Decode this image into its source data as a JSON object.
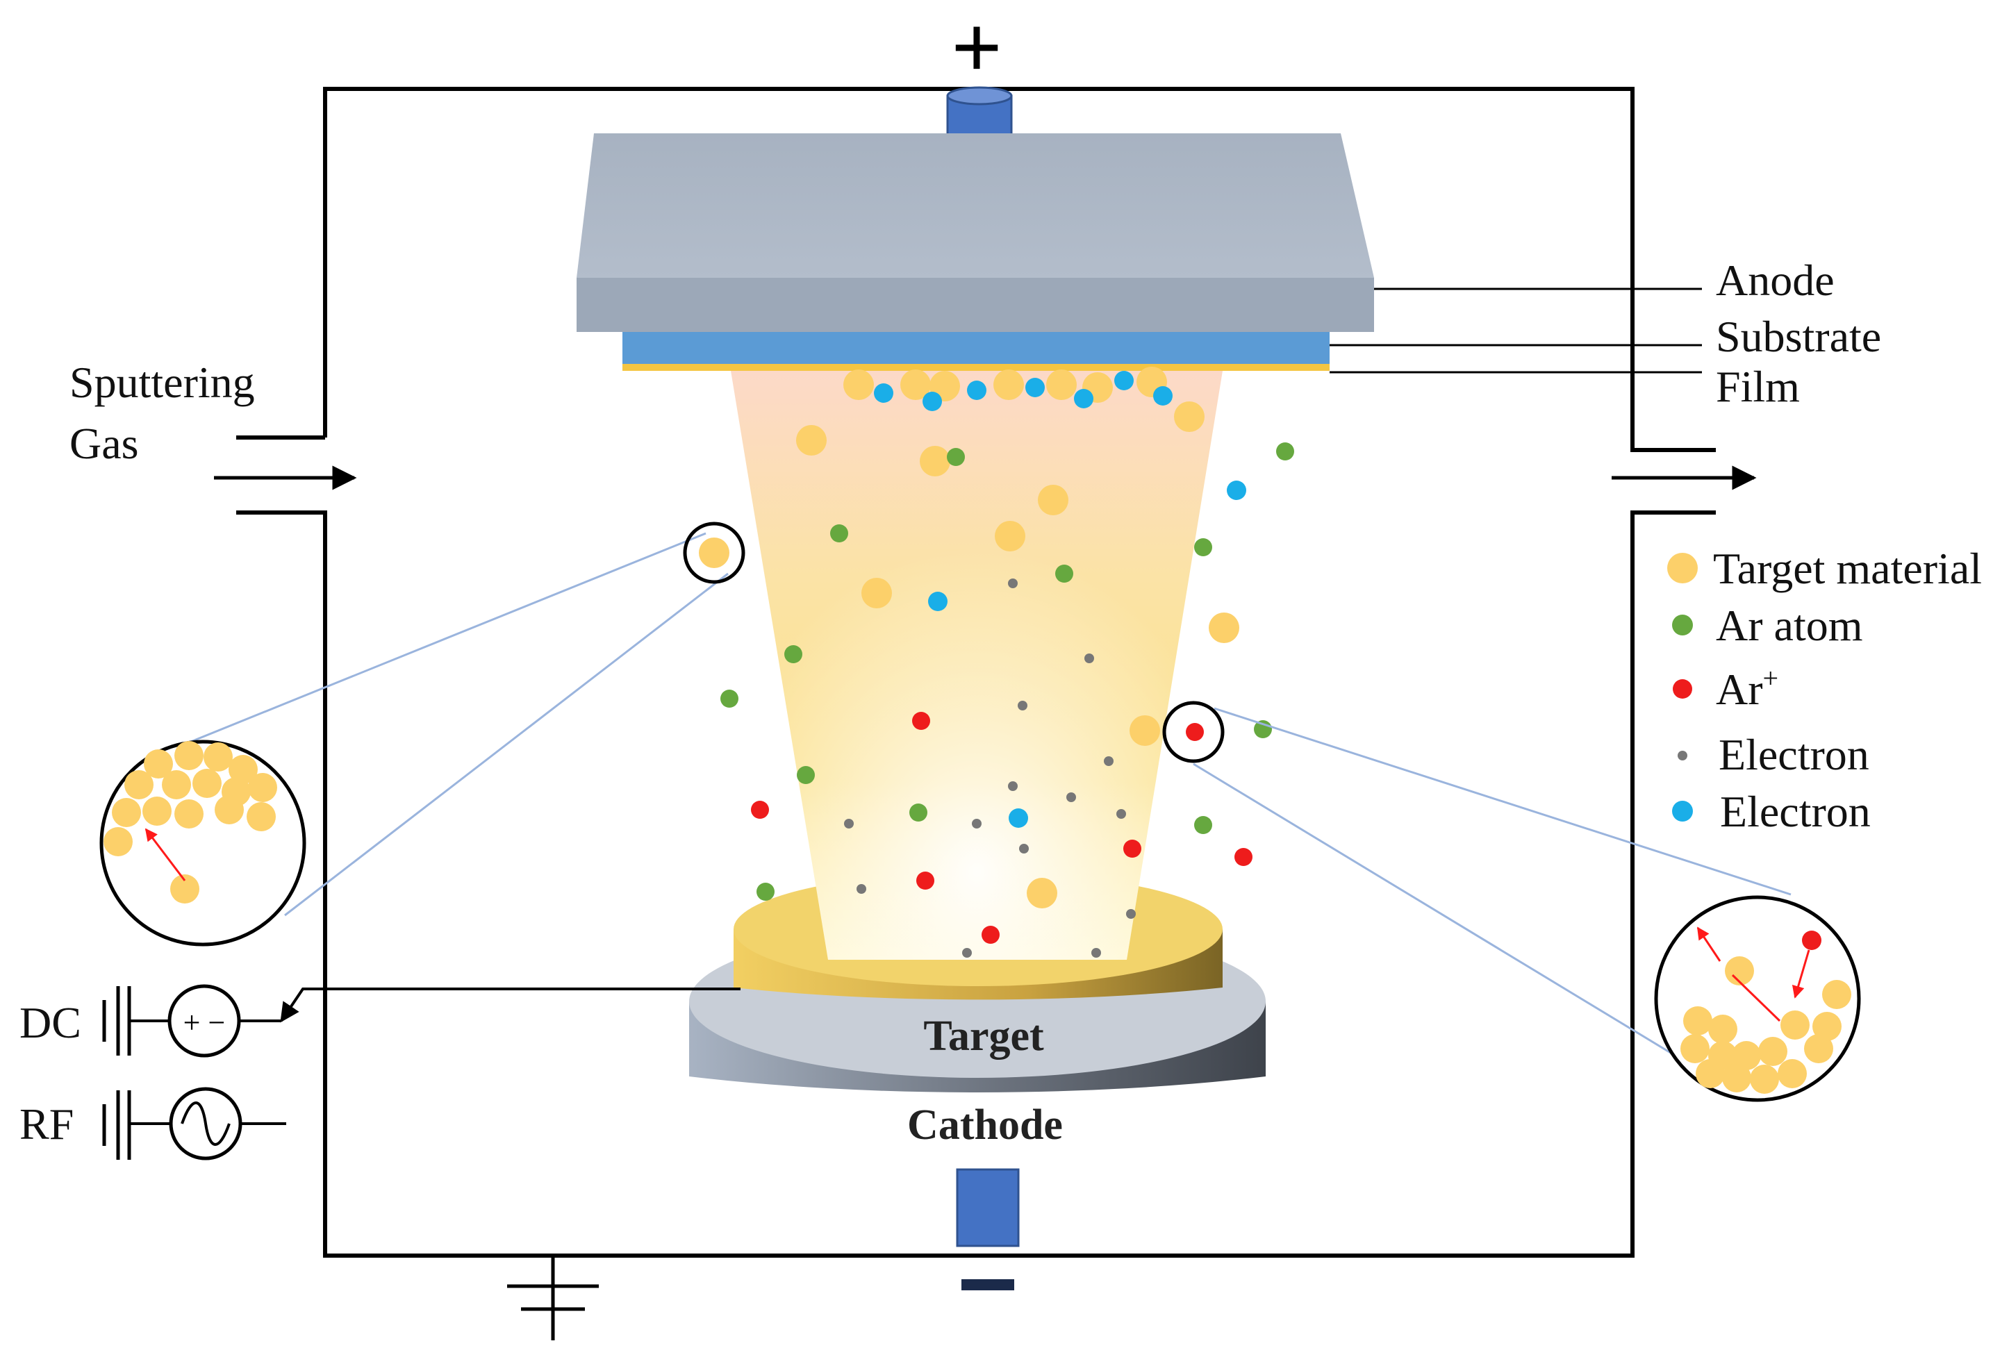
{
  "top_terminal": "+",
  "bottom_terminal": "−",
  "labels": {
    "sputtering_gas_1": "Sputtering",
    "sputtering_gas_2": "Gas",
    "anode": "Anode",
    "substrate": "Substrate",
    "film": "Film",
    "target": "Target",
    "cathode": "Cathode",
    "dc": "DC",
    "rf": "RF",
    "dc_symbol": "+ −"
  },
  "legend": [
    {
      "label": "Target material",
      "color": "#fcd06a"
    },
    {
      "label": "Ar atom",
      "color": "#66a83f"
    },
    {
      "label": "Ar",
      "superscript": "+",
      "color": "#ee1c1c"
    },
    {
      "label": "Electron",
      "color": "#777777"
    },
    {
      "label": "Electron",
      "color": "#1aaee8"
    }
  ],
  "colors": {
    "anode_plate": "#a4afbe",
    "substrate": "#5b9bd5",
    "film": "#f4c542",
    "electrode_rod": "#4472c4",
    "target_disc": "#e8c048",
    "cathode_disc": "#8a93a0",
    "zoom_line": "#9ab4dd",
    "arrow": "#ff1a1a"
  }
}
